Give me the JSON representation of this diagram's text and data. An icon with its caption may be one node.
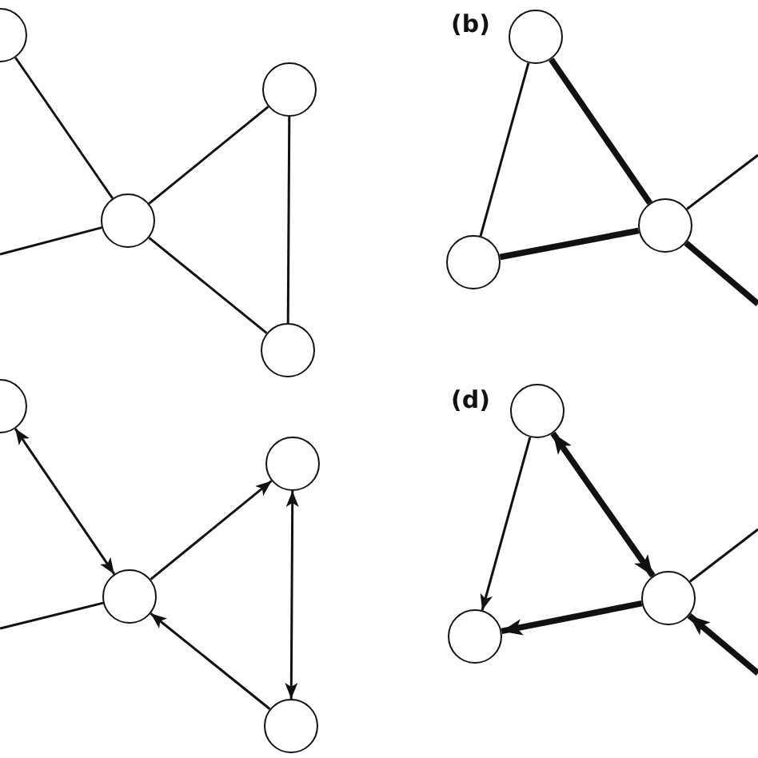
{
  "diagram": {
    "nodes": [
      {
        "text": [],
        "shape": "circle"
      },
      {
        "text": [],
        "shape": "circle"
      },
      {
        "text": [],
        "shape": "circle"
      },
      {
        "text": [],
        "shape": "circle"
      },
      {
        "text": [],
        "shape": "circle"
      },
      {
        "text": [],
        "shape": "circle"
      },
      {
        "text": [],
        "shape": "circle"
      },
      {
        "text": [],
        "shape": "circle"
      },
      {
        "text": [],
        "shape": "circle"
      },
      {
        "text": [],
        "shape": "circle"
      },
      {
        "text": [],
        "shape": "circle"
      },
      {
        "text": [],
        "shape": "circle"
      },
      {
        "text": [],
        "shape": "circle"
      },
      {
        "text": [],
        "shape": "circle"
      }
    ],
    "edges": [
      {
        "from": 0,
        "to": 2,
        "arrow": "none"
      },
      {
        "from": 2,
        "to": 1,
        "arrow": "none"
      },
      {
        "from": 1,
        "to": 3,
        "arrow": "none"
      },
      {
        "from": 2,
        "to": 3,
        "arrow": "none"
      },
      {
        "from": null,
        "to": 2,
        "arrow": "none"
      },
      {
        "from": 4,
        "to": 5,
        "arrow": "none"
      },
      {
        "from": 4,
        "to": 6,
        "arrow": "none",
        "style": "thick"
      },
      {
        "from": 5,
        "to": 6,
        "arrow": "none",
        "style": "thick"
      },
      {
        "from": 6,
        "to": null,
        "arrow": "none"
      },
      {
        "from": 6,
        "to": null,
        "arrow": "none",
        "style": "thick"
      },
      {
        "from": 7,
        "to": 9,
        "arrow": "both"
      },
      {
        "from": 9,
        "to": 8,
        "arrow": "to"
      },
      {
        "from": 8,
        "to": 10,
        "arrow": "both"
      },
      {
        "from": 10,
        "to": 9,
        "arrow": "to"
      },
      {
        "from": null,
        "to": 9,
        "arrow": "none"
      },
      {
        "from": 11,
        "to": 12,
        "arrow": "to"
      },
      {
        "from": 11,
        "to": 13,
        "arrow": "both",
        "style": "thick"
      },
      {
        "from": 13,
        "to": 12,
        "arrow": "to",
        "style": "thick"
      },
      {
        "from": 13,
        "to": null,
        "arrow": "none"
      },
      {
        "from": null,
        "to": 13,
        "arrow": "to",
        "style": "thick"
      }
    ],
    "labels": [
      "(b)",
      "(d)"
    ]
  }
}
